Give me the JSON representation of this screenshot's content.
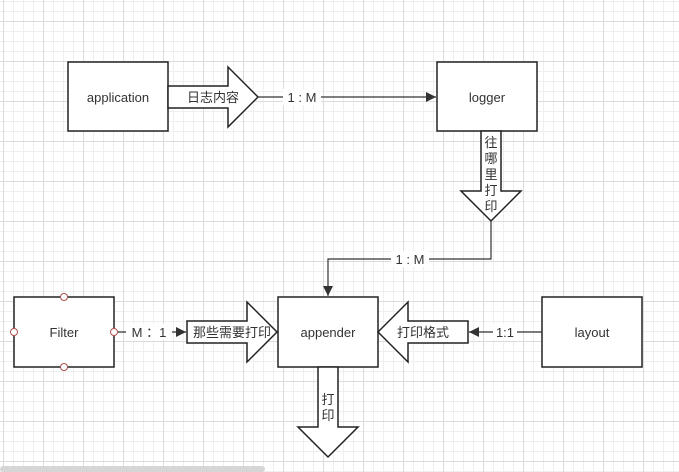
{
  "nodes": {
    "application": "application",
    "logger": "logger",
    "filter": "Filter",
    "appender": "appender",
    "layout": "layout"
  },
  "arrows": {
    "log_content": "日志内容",
    "where_to_print": [
      "往",
      "哪",
      "里",
      "打",
      "印"
    ],
    "what_to_print": "那些需要打印",
    "print_format": "打印格式",
    "print": [
      "打",
      "印"
    ]
  },
  "relations": {
    "application_logger": "1 : M",
    "logger_appender": "1 : M",
    "filter_appender": "M ：1",
    "layout_appender": "1:1"
  }
}
